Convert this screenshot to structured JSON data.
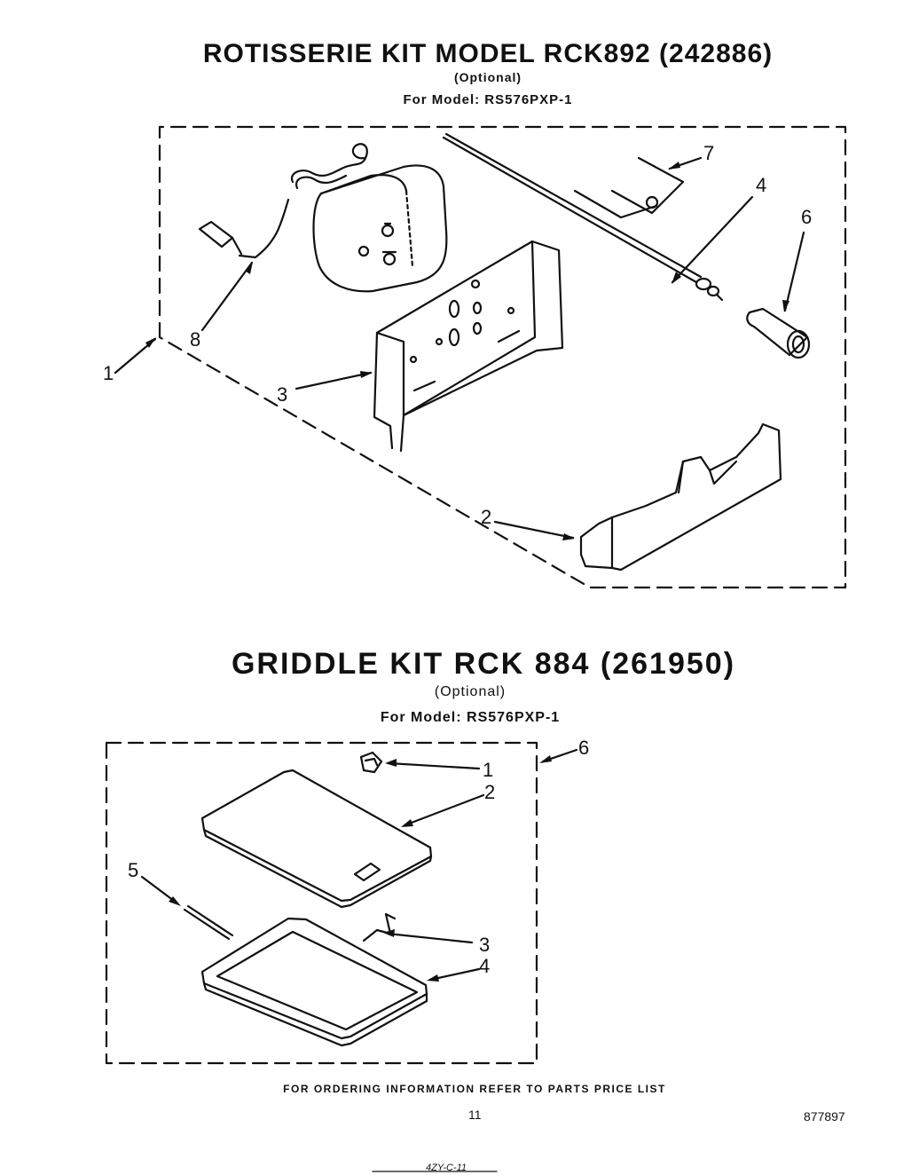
{
  "rotisserie": {
    "title": "ROTISSERIE KIT MODEL RCK892 (242886)",
    "optional": "(Optional)",
    "for_model": "For Model: RS576PXP-1",
    "callouts": [
      "1",
      "2",
      "3",
      "4",
      "6",
      "7",
      "8"
    ]
  },
  "griddle": {
    "title": "GRIDDLE KIT RCK 884 (261950)",
    "optional": "(Optional)",
    "for_model": "For Model: RS576PXP-1",
    "callouts": [
      "1",
      "2",
      "3",
      "4",
      "5",
      "6"
    ]
  },
  "footer": {
    "ordering_note": "FOR ORDERING INFORMATION REFER TO PARTS PRICE LIST",
    "page_number": "11",
    "doc_number": "877897",
    "handwritten": "4ZY-C-11"
  }
}
